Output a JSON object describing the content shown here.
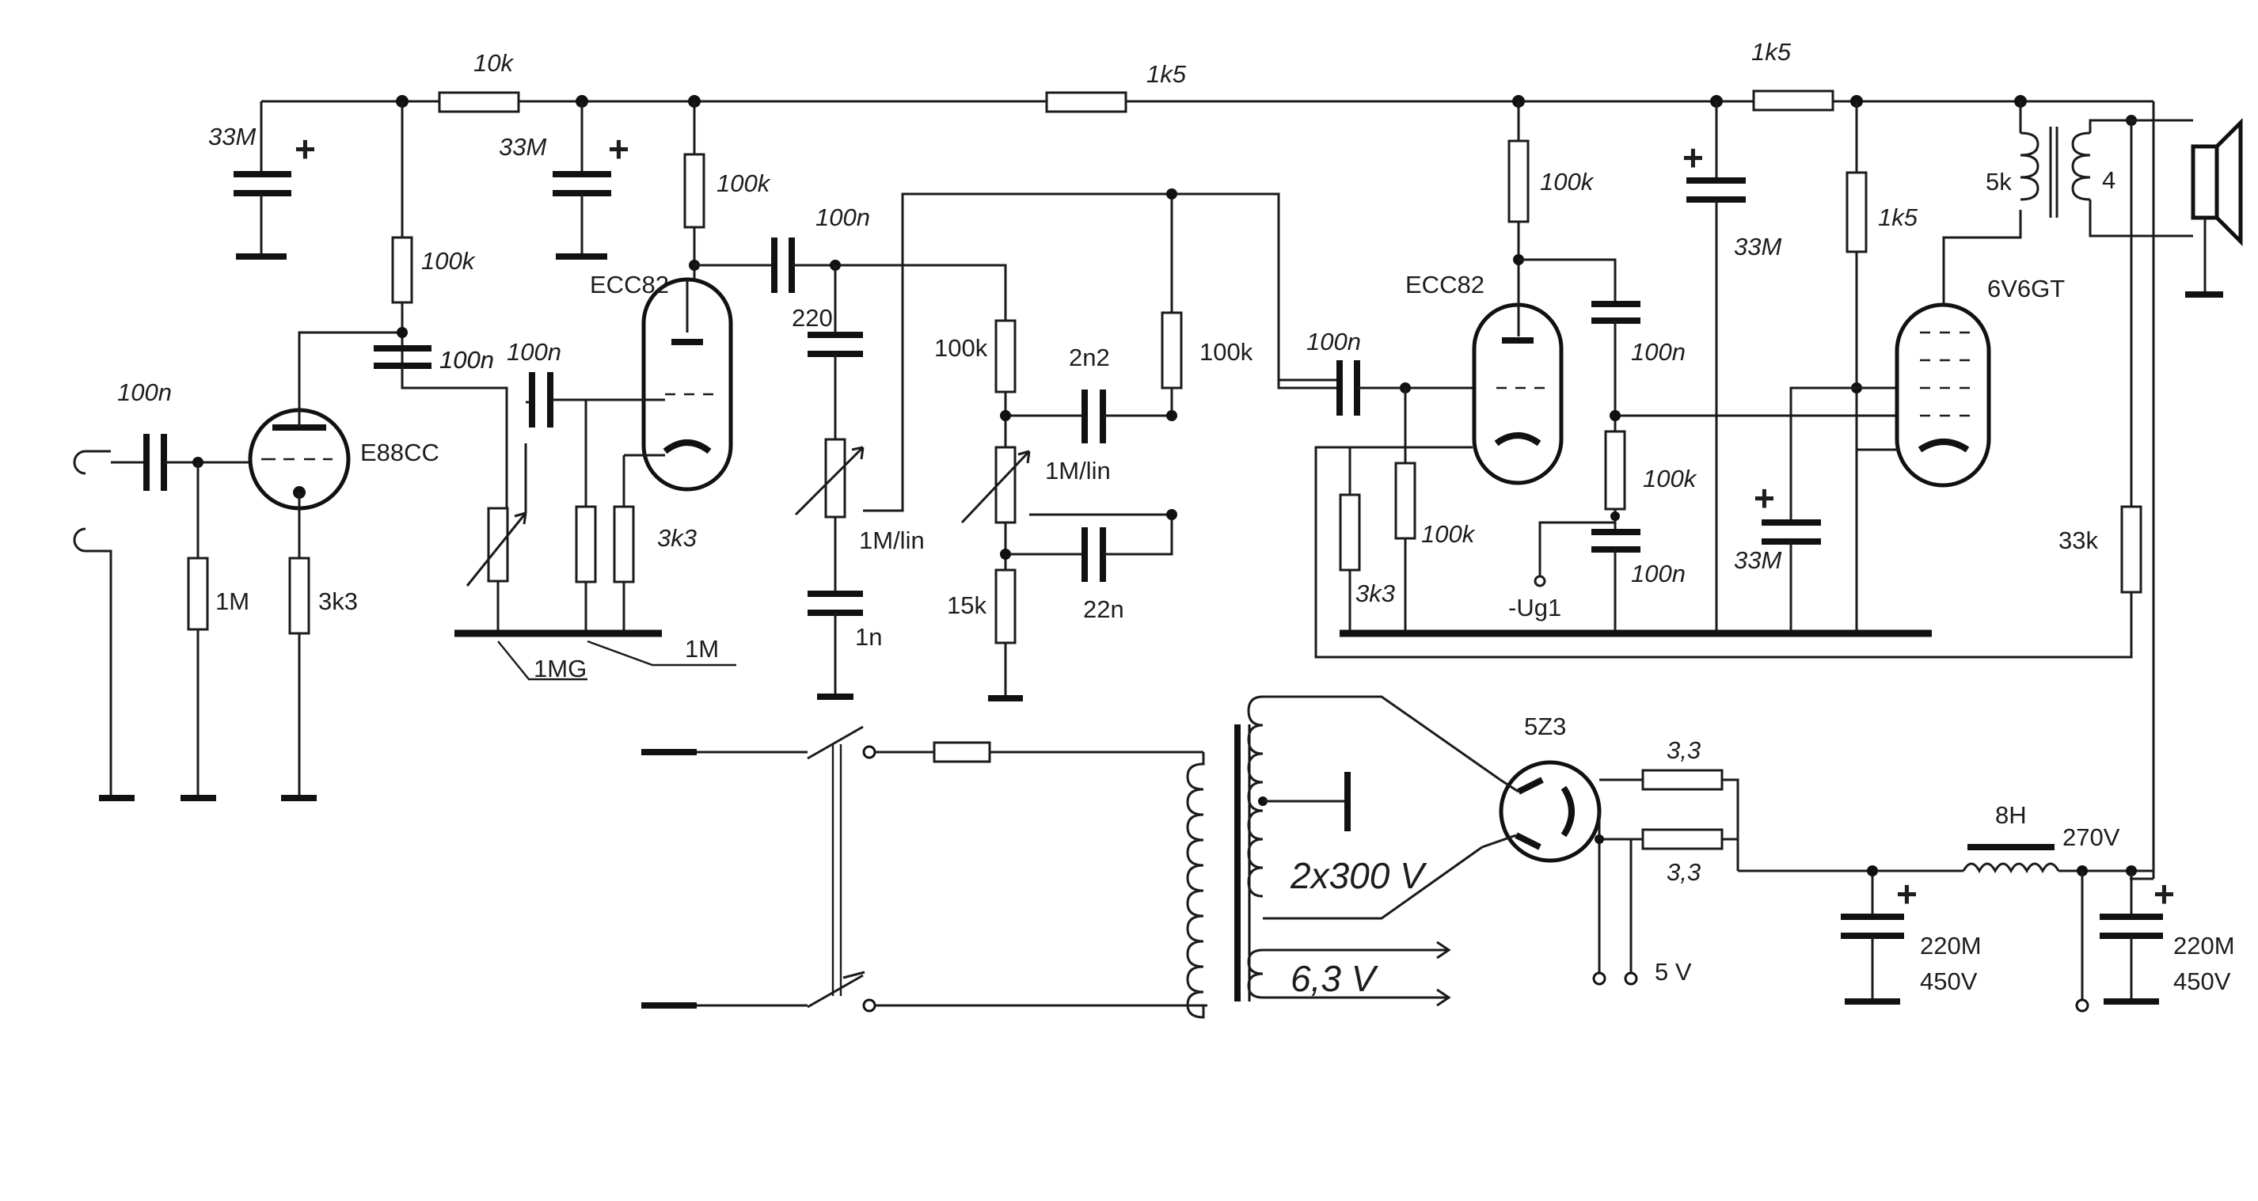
{
  "labels": {
    "r_10k": "10k",
    "r_1k5_a": "1k5",
    "r_1k5_b": "1k5",
    "r_1k5_c": "1k5",
    "c_33M_a": "33M",
    "c_33M_b": "33M",
    "c_33M_c": "33M",
    "c_33M_d": "33M",
    "r_100k_in": "100k",
    "r_100k_v1": "100k",
    "r_100k_v3": "100k",
    "r_100k_tone1": "100k",
    "r_100k_tone2": "100k",
    "r_100k_grid": "100k",
    "r_100k_ug": "100k",
    "c_100n_in": "100n",
    "c_100n_a": "100n",
    "c_100n_b": "100n",
    "c_100n_c": "100n",
    "c_100n_d": "100n",
    "c_100n_e": "100n",
    "c_100n_f": "100n",
    "tube_e88cc": "E88CC",
    "tube_ecc82_a": "ECC82",
    "tube_ecc82_b": "ECC82",
    "tube_6v6gt": "6V6GT",
    "tube_5z3": "5Z3",
    "r_1M": "1M",
    "r_3k3_a": "3k3",
    "r_3k3_b": "3k3",
    "r_3k3_c": "3k3",
    "pot_1MG": "1MG",
    "r_1M_b": "1M",
    "c_220": "220",
    "pot_1M_lin_a": "1M/lin",
    "pot_1M_lin_b": "1M/lin",
    "c_1n": "1n",
    "c_2n2": "2n2",
    "c_22n": "22n",
    "r_15k": "15k",
    "ug1": "-Ug1",
    "ot_5k": "5k",
    "ot_4": "4",
    "r_33k": "33k",
    "hv_2x300": "2x300 V",
    "fil_63": "6,3 V",
    "v_5": "5 V",
    "r_33_a": "3,3",
    "r_33_b": "3,3",
    "choke_8H": "8H",
    "v_270": "270V",
    "c_220M_a": "220M",
    "c_450V_a": "450V",
    "c_220M_b": "220M",
    "c_450V_b": "450V",
    "plus": "+"
  }
}
